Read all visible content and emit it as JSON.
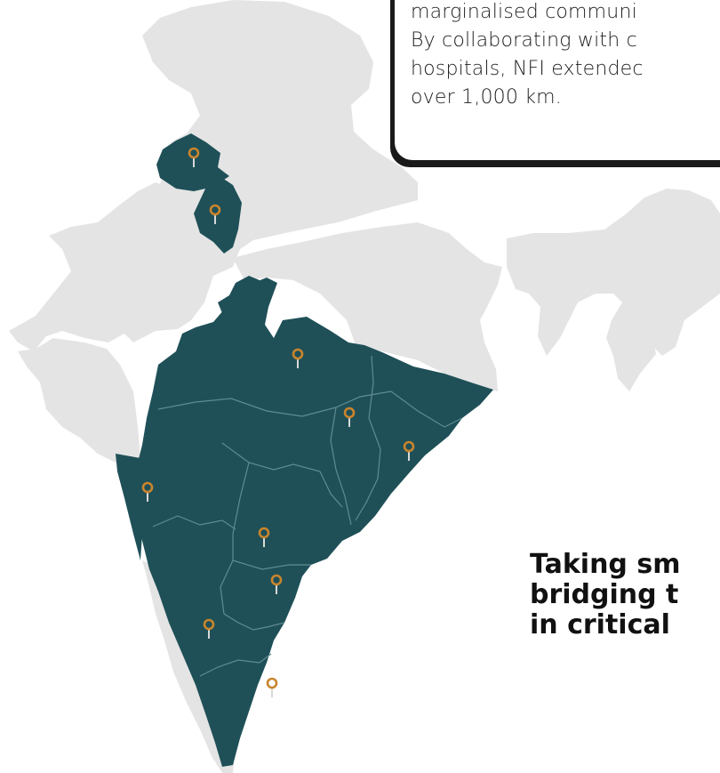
{
  "colors": {
    "land": "#e4e4e4",
    "highlight": "#1f5058",
    "border_line": "#5f8b91",
    "pin_head": "#c9852d",
    "pin_stem": "#d8d8d8",
    "text": "#1e1e1e"
  },
  "callout": {
    "lines": [
      "marginalised communi",
      "By collaborating with c",
      "hospitals, NFI extendec",
      "over 1,000 km."
    ]
  },
  "tagline": {
    "lines": [
      "Taking sm",
      "bridging t",
      "in critical"
    ]
  },
  "map": {
    "icon": "location-pin-icon",
    "pin_count": 10
  }
}
